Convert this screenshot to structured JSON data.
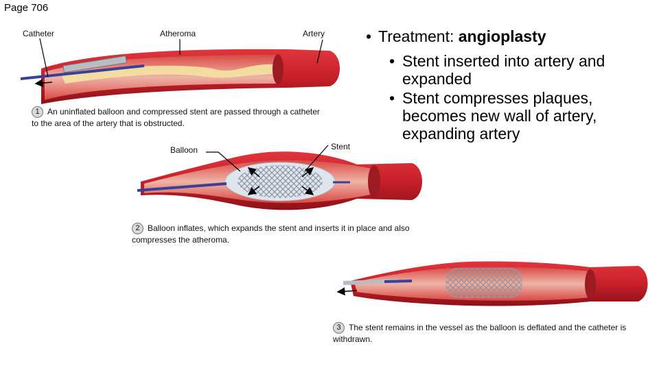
{
  "page_label": "Page 706",
  "labels": {
    "catheter": "Catheter",
    "atheroma": "Atheroma",
    "artery": "Artery",
    "balloon": "Balloon",
    "stent": "Stent"
  },
  "steps": [
    {
      "num": "1",
      "text": "An uninflated balloon and compressed stent are passed through a catheter to the area of the artery that is obstructed."
    },
    {
      "num": "2",
      "text": "Balloon inflates, which expands the stent and inserts it in place and also compresses the atheroma."
    },
    {
      "num": "3",
      "text": "The stent remains in the vessel as the balloon is deflated and the catheter is withdrawn."
    }
  ],
  "bullets": {
    "main_prefix": "Treatment: ",
    "main_bold": "angioplasty",
    "sub": [
      "Stent inserted into artery and expanded",
      "Stent compresses plaques, becomes new wall of artery, expanding artery"
    ]
  },
  "colors": {
    "artery_red": "#c8202a",
    "artery_dark": "#8e1118",
    "vessel_pink": "#efb3a6",
    "plaque_yellow": "#f3dfa0",
    "catheter_blue": "#3a3f9a",
    "stent_gray": "#9aa0a8"
  }
}
